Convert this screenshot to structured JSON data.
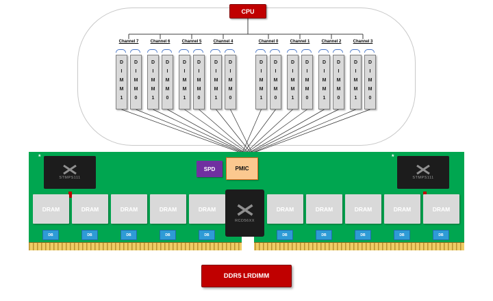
{
  "cpu": {
    "label": "CPU"
  },
  "channels": [
    {
      "label": "Channel 7",
      "dimms": [
        "D\nI\nM\nM\n1",
        "D\nI\nM\nM\n0"
      ]
    },
    {
      "label": "Channel 6",
      "dimms": [
        "D\nI\nM\nM\n1",
        "D\nI\nM\nM\n0"
      ]
    },
    {
      "label": "Channel 5",
      "dimms": [
        "D\nI\nM\nM\n1",
        "D\nI\nM\nM\n0"
      ]
    },
    {
      "label": "Channel 4",
      "dimms": [
        "D\nI\nM\nM\n1",
        "D\nI\nM\nM\n0"
      ]
    },
    {
      "label": "Channel 0",
      "dimms": [
        "D\nI\nM\nM\n1",
        "D\nI\nM\nM\n0"
      ]
    },
    {
      "label": "Channel 1",
      "dimms": [
        "D\nI\nM\nM\n1",
        "D\nI\nM\nM\n0"
      ]
    },
    {
      "label": "Channel 2",
      "dimms": [
        "D\nI\nM\nM\n1",
        "D\nI\nM\nM\n0"
      ]
    },
    {
      "label": "Channel 3",
      "dimms": [
        "D\nI\nM\nM\n1",
        "D\nI\nM\nM\n0"
      ]
    }
  ],
  "board": {
    "spd_label": "SPD",
    "pmic_label": "PMIC",
    "power_ic_label": "STMPS111",
    "rcd_label": "RCD56XX",
    "dram_label": "DRAM",
    "db_label": "DB",
    "asterisk_mark": "*"
  },
  "footer": {
    "label": "DDR5 LRDIMM"
  },
  "colors": {
    "cpu_red": "#C00000",
    "board_green": "#00A650",
    "spd_purple": "#7030A0",
    "pmic_bg": "#FBC88F",
    "pmic_border": "#D96A1E",
    "db_blue": "#2E9BD6",
    "dram_gray": "#D9D9D9",
    "dimm_border": "#7F7F7F",
    "chip_dark": "#1C1C1C",
    "chip_text": "#9C9C9C",
    "gold": "#F0CC66",
    "gold_dark": "#B9902F",
    "brace_blue": "#4472C4",
    "outline_gray": "#C8C8C8"
  }
}
